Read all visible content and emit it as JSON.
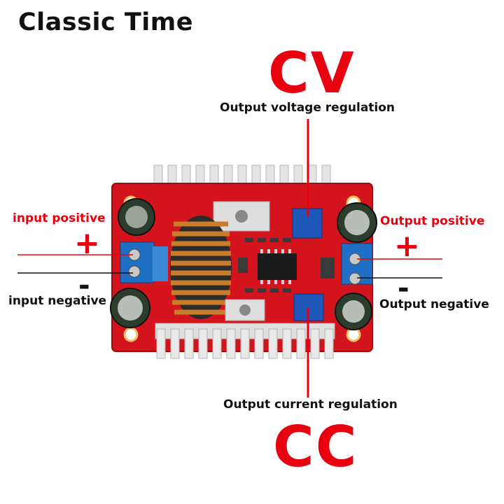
{
  "brand": "Classic Time",
  "cv": {
    "title": "CV",
    "label": "Output voltage regulation"
  },
  "cc": {
    "title": "CC",
    "label": "Output current regulation"
  },
  "input": {
    "positive_label": "input positive",
    "negative_label": "input negative",
    "plus_sign": "+",
    "minus_sign": "-"
  },
  "output": {
    "positive_label": "Output positive",
    "negative_label": "Output negative",
    "plus_sign": "+",
    "minus_sign": "-"
  },
  "colors": {
    "accent_red": "#e8000f",
    "pcb_red": "#d4141c",
    "heatsink": "#e2e2e2",
    "terminal_blue": "#1f6fc4",
    "pot_blue": "#1e57b8",
    "copper": "#c97d2a"
  }
}
